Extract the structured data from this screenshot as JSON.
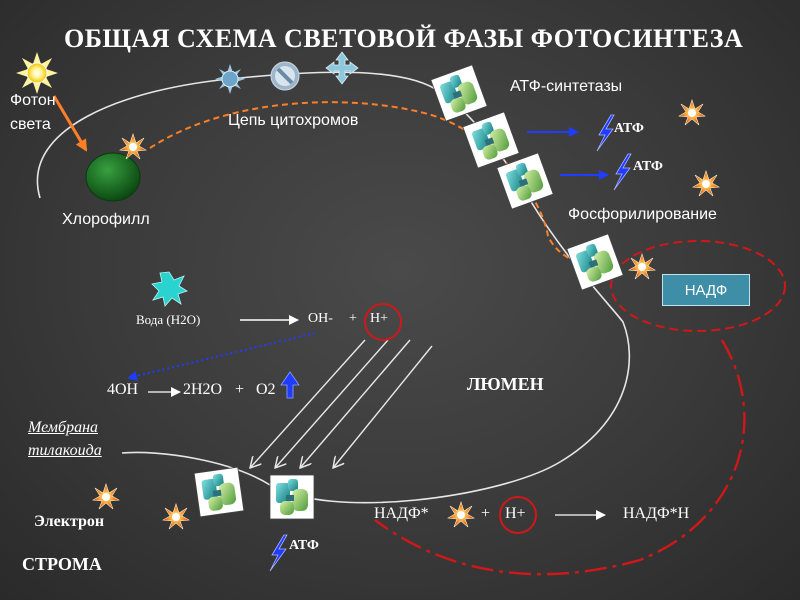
{
  "title": "ОБЩАЯ СХЕМА СВЕТОВОЙ ФАЗЫ ФОТОСИНТЕЗА",
  "labels": {
    "photon_line1": "Фотон",
    "photon_line2": "света",
    "chlorophyll": "Хлорофилл",
    "cytochrome_chain": "Цепь цитохромов",
    "atp_synthases": "АТФ-синтетазы",
    "atp": "АТФ",
    "phosphorylation": "Фосфорилирование",
    "nadp": "НАДФ",
    "lumen": "ЛЮМЕН",
    "stroma": "СТРОМА",
    "membrane_line1": "Мембрана",
    "membrane_line2": "тилакоида",
    "electron": "Электрон"
  },
  "equations": {
    "water": "Вода (H2O)",
    "oh": "OH-",
    "plus": "+",
    "h_plus": "H+",
    "four_oh": "4OH",
    "two_h2o": "2H2O",
    "o2": "O2",
    "nadp_star": "НАДФ*",
    "nadph": "НАДФ*Н"
  },
  "colors": {
    "membrane": "#e6e6e6",
    "electron_path": "#ff7f27",
    "nadp_path": "#d01818",
    "circle": "#d01818",
    "atp_arrow": "#1f3cff",
    "chlorophyll": "#1e7a2a",
    "nadp_box": "#3d8ea6",
    "synthase_teal": "#1fa7a8",
    "synthase_green": "#8bd06a"
  },
  "icons": [
    "sun-icon",
    "burst-icon",
    "gear-sun-icon",
    "no-entry-icon",
    "cross-arrows-icon",
    "lightning-icon",
    "atp-synthase-icon",
    "water-splash-icon",
    "up-arrow-icon"
  ]
}
